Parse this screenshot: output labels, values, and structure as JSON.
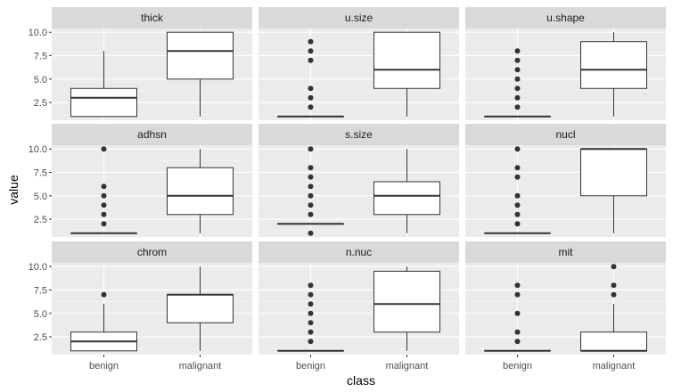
{
  "chart_data": {
    "type": "boxplot",
    "title": "",
    "xlabel": "class",
    "ylabel": "value",
    "categories": [
      "benign",
      "malignant"
    ],
    "ylim": [
      0.6,
      10.4
    ],
    "yticks": [
      2.5,
      5.0,
      7.5,
      10.0
    ],
    "ytick_labels": [
      "2.5",
      "5.0",
      "7.5",
      "10.0"
    ],
    "grid": true,
    "legend": "none",
    "colors": {
      "panel_bg": "#ebebeb",
      "strip_bg": "#d9d9d9",
      "grid_major": "#ffffff",
      "box_fill": "#ffffff",
      "box_line": "#333333",
      "outlier": "#333333"
    },
    "facets": [
      {
        "name": "thick",
        "boxes": [
          {
            "category": "benign",
            "whisker_low": 1,
            "q1": 1,
            "median": 3,
            "q3": 4,
            "whisker_high": 8,
            "outliers": []
          },
          {
            "category": "malignant",
            "whisker_low": 1,
            "q1": 5,
            "median": 8,
            "q3": 10,
            "whisker_high": 10,
            "outliers": []
          }
        ]
      },
      {
        "name": "u.size",
        "boxes": [
          {
            "category": "benign",
            "whisker_low": 1,
            "q1": 1,
            "median": 1,
            "q3": 1,
            "whisker_high": 1,
            "outliers": [
              2,
              3,
              4,
              7,
              8,
              9
            ]
          },
          {
            "category": "malignant",
            "whisker_low": 1,
            "q1": 4,
            "median": 6,
            "q3": 10,
            "whisker_high": 10,
            "outliers": []
          }
        ]
      },
      {
        "name": "u.shape",
        "boxes": [
          {
            "category": "benign",
            "whisker_low": 1,
            "q1": 1,
            "median": 1,
            "q3": 1,
            "whisker_high": 1,
            "outliers": [
              2,
              3,
              4,
              5,
              6,
              7,
              8
            ]
          },
          {
            "category": "malignant",
            "whisker_low": 1,
            "q1": 4,
            "median": 6,
            "q3": 9,
            "whisker_high": 10,
            "outliers": []
          }
        ]
      },
      {
        "name": "adhsn",
        "boxes": [
          {
            "category": "benign",
            "whisker_low": 1,
            "q1": 1,
            "median": 1,
            "q3": 1,
            "whisker_high": 1,
            "outliers": [
              2,
              3,
              4,
              5,
              6,
              10
            ]
          },
          {
            "category": "malignant",
            "whisker_low": 1,
            "q1": 3,
            "median": 5,
            "q3": 8,
            "whisker_high": 10,
            "outliers": []
          }
        ]
      },
      {
        "name": "s.size",
        "boxes": [
          {
            "category": "benign",
            "whisker_low": 2,
            "q1": 2,
            "median": 2,
            "q3": 2,
            "whisker_high": 2,
            "outliers": [
              1,
              3,
              4,
              5,
              6,
              7,
              8,
              10
            ]
          },
          {
            "category": "malignant",
            "whisker_low": 1,
            "q1": 3,
            "median": 5,
            "q3": 6.5,
            "whisker_high": 10,
            "outliers": []
          }
        ]
      },
      {
        "name": "nucl",
        "boxes": [
          {
            "category": "benign",
            "whisker_low": 1,
            "q1": 1,
            "median": 1,
            "q3": 1,
            "whisker_high": 1,
            "outliers": [
              2,
              3,
              4,
              5,
              7,
              8,
              10
            ]
          },
          {
            "category": "malignant",
            "whisker_low": 1,
            "q1": 5,
            "median": 10,
            "q3": 10,
            "whisker_high": 10,
            "outliers": []
          }
        ]
      },
      {
        "name": "chrom",
        "boxes": [
          {
            "category": "benign",
            "whisker_low": 1,
            "q1": 1,
            "median": 2,
            "q3": 3,
            "whisker_high": 6,
            "outliers": [
              7
            ]
          },
          {
            "category": "malignant",
            "whisker_low": 1,
            "q1": 4,
            "median": 7,
            "q3": 7,
            "whisker_high": 10,
            "outliers": []
          }
        ]
      },
      {
        "name": "n.nuc",
        "boxes": [
          {
            "category": "benign",
            "whisker_low": 1,
            "q1": 1,
            "median": 1,
            "q3": 1,
            "whisker_high": 1,
            "outliers": [
              2,
              3,
              4,
              5,
              6,
              7,
              8
            ]
          },
          {
            "category": "malignant",
            "whisker_low": 1,
            "q1": 3,
            "median": 6,
            "q3": 9.5,
            "whisker_high": 10,
            "outliers": []
          }
        ]
      },
      {
        "name": "mit",
        "boxes": [
          {
            "category": "benign",
            "whisker_low": 1,
            "q1": 1,
            "median": 1,
            "q3": 1,
            "whisker_high": 1,
            "outliers": [
              2,
              3,
              5,
              7,
              8
            ]
          },
          {
            "category": "malignant",
            "whisker_low": 1,
            "q1": 1,
            "median": 1,
            "q3": 3,
            "whisker_high": 6,
            "outliers": [
              7,
              8,
              10
            ]
          }
        ]
      }
    ]
  }
}
